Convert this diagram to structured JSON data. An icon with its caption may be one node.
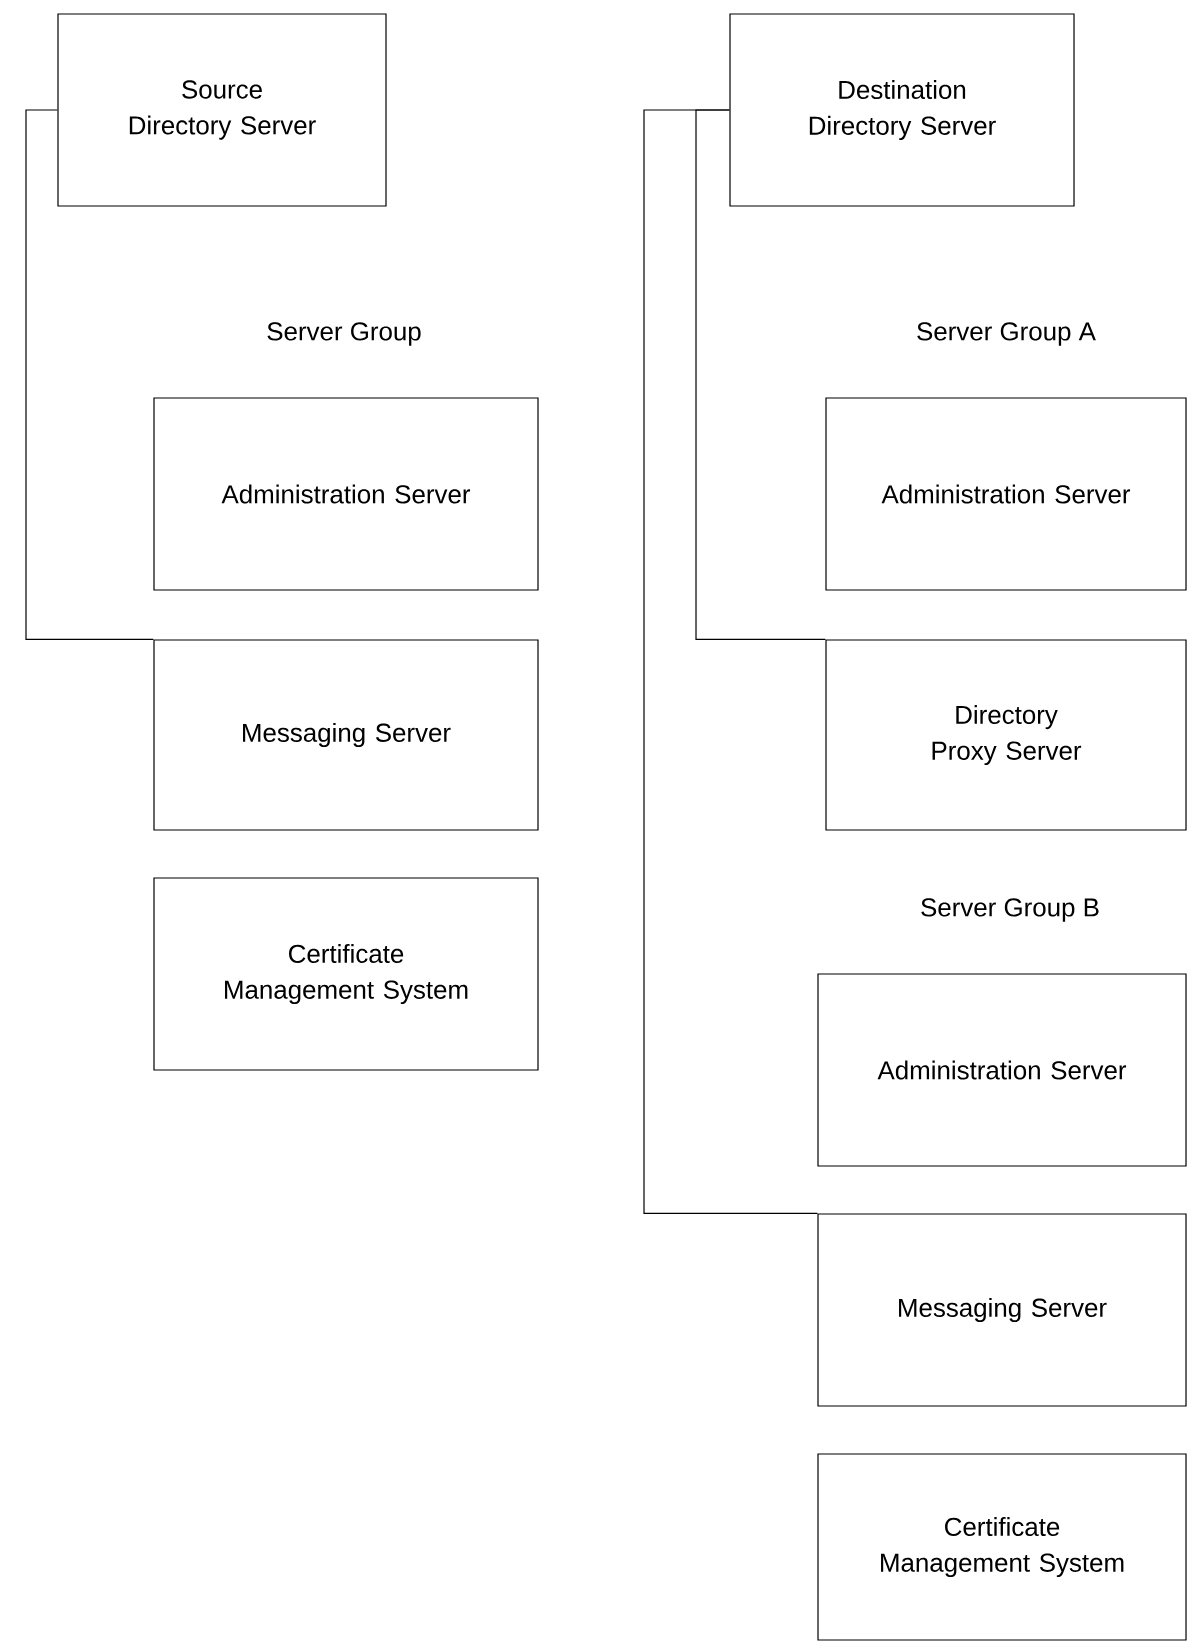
{
  "diagram": {
    "nodes": [
      {
        "text": [
          "Source Directory Server"
        ]
      },
      {
        "text": [
          "Administration Server"
        ]
      },
      {
        "text": [
          "Messaging Server"
        ]
      },
      {
        "text": [
          "Certificate Management System"
        ]
      },
      {
        "text": [
          "Destination Directory Server"
        ]
      },
      {
        "text": [
          "Administration Server"
        ]
      },
      {
        "text": [
          "Directory Proxy Server"
        ]
      },
      {
        "text": [
          "Administration Server"
        ]
      },
      {
        "text": [
          "Messaging Server"
        ]
      },
      {
        "text": [
          "Certificate Management System"
        ]
      }
    ],
    "edges": [
      {
        "from": 0,
        "to": 2,
        "arrow": "none"
      },
      {
        "from": 4,
        "to": 6,
        "arrow": "none"
      },
      {
        "from": 4,
        "to": 8,
        "arrow": "none"
      }
    ],
    "labels": [
      "Server Group",
      "Server Group A",
      "Server Group B"
    ]
  }
}
